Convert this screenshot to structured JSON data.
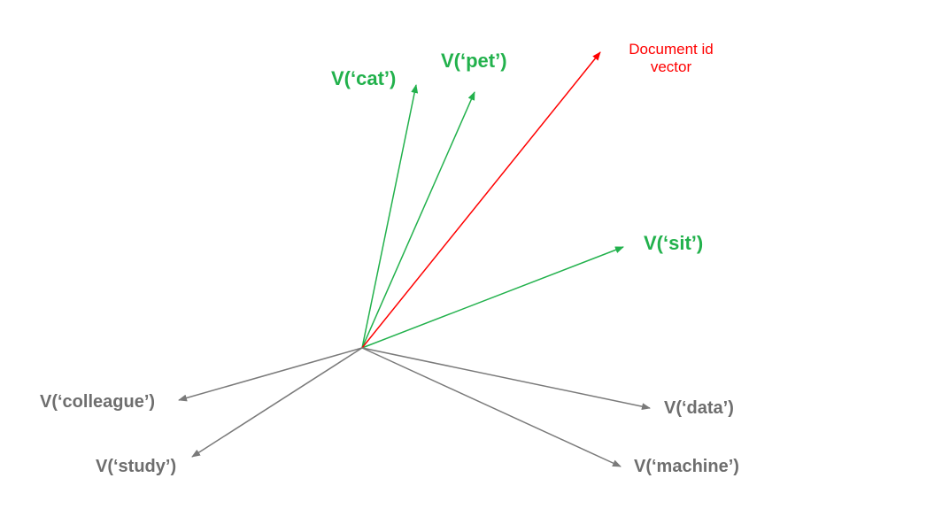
{
  "colors": {
    "green": "#22b14c",
    "grey": "#7a7a7a",
    "red": "#ff0000"
  },
  "vectors": {
    "cat": {
      "label": "V(‘cat’)",
      "color": "green"
    },
    "pet": {
      "label": "V(‘pet’)",
      "color": "green"
    },
    "sit": {
      "label": "V(‘sit’)",
      "color": "green"
    },
    "document": {
      "line1": "Document id",
      "line2": "vector",
      "color": "red"
    },
    "colleague": {
      "label": "V(‘colleague’)",
      "color": "grey"
    },
    "study": {
      "label": "V(‘study’)",
      "color": "grey"
    },
    "data": {
      "label": "V(‘data’)",
      "color": "grey"
    },
    "machine": {
      "label": "V(‘machine’)",
      "color": "grey"
    }
  }
}
